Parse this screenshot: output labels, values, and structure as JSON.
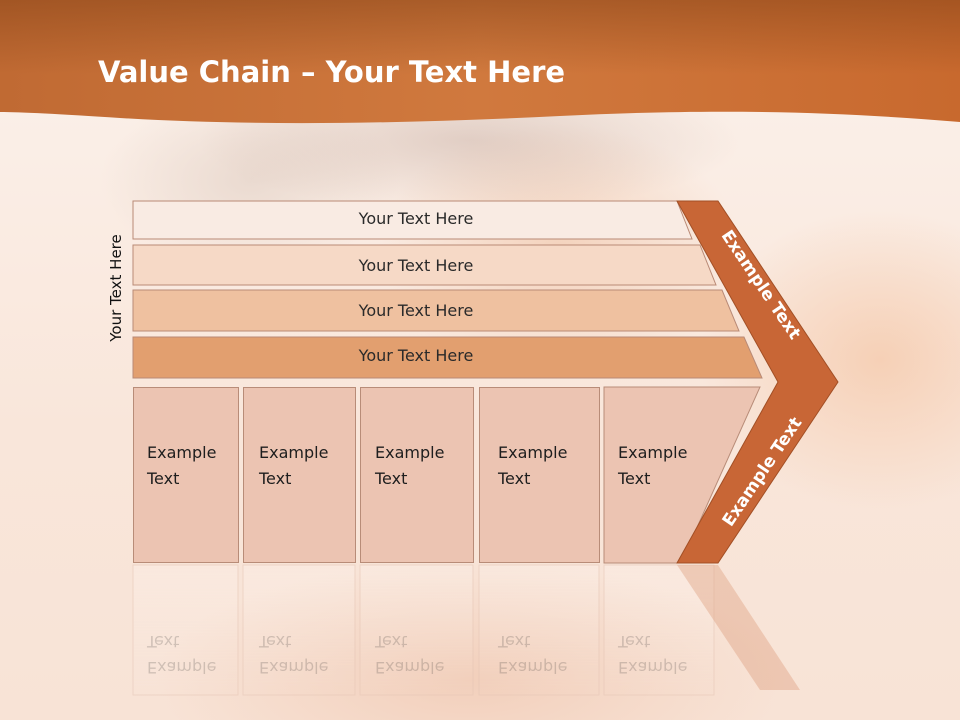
{
  "title": {
    "bold": "Value Chain",
    "rest": " – Your Text Here"
  },
  "side_label": "Your Text Here",
  "rows": [
    {
      "label": "Your Text Here"
    },
    {
      "label": "Your Text Here"
    },
    {
      "label": "Your Text Here"
    },
    {
      "label": "Your Text Here"
    }
  ],
  "cells": [
    {
      "line1": "Example",
      "line2": "Text"
    },
    {
      "line1": "Example",
      "line2": "Text"
    },
    {
      "line1": "Example",
      "line2": "Text"
    },
    {
      "line1": "Example",
      "line2": "Text"
    },
    {
      "line1": "Example",
      "line2": "Text"
    }
  ],
  "arrow": {
    "upper": "Example Text",
    "lower": "Example Text"
  },
  "colors": {
    "header": "#c8692e",
    "arrow": "#c86636",
    "row1": "#f9ebe3",
    "row2": "#f6d9c6",
    "row3": "#efc1a0",
    "row4": "#e29f6f",
    "cell": "#ecc4b2"
  }
}
